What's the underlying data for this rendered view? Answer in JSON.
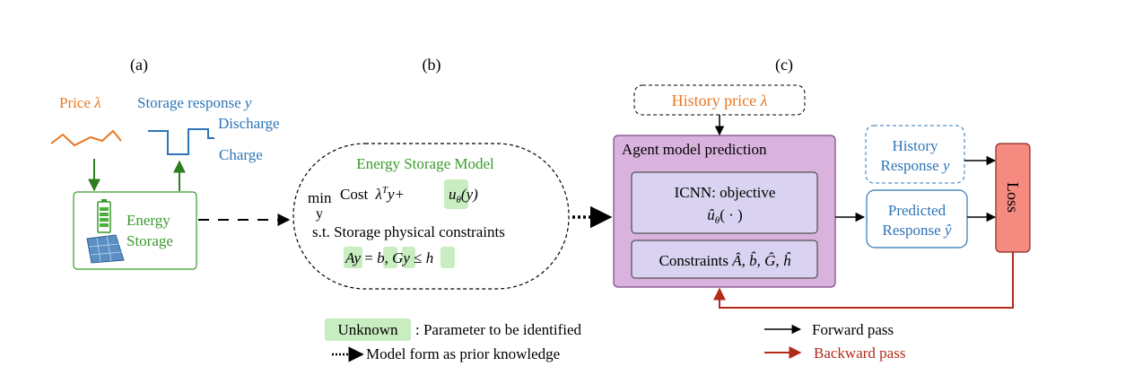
{
  "panels": {
    "a": "(a)",
    "b": "(b)",
    "c": "(c)"
  },
  "panel_a": {
    "price_label": "Price ",
    "price_symbol": "λ",
    "storage_response_label": "Storage response ",
    "storage_response_symbol": "y",
    "discharge": "Discharge",
    "charge": "Charge",
    "energy_storage_line1": "Energy",
    "energy_storage_line2": "Storage"
  },
  "panel_b": {
    "title": "Energy Storage Model",
    "min": "min",
    "min_var": "y",
    "cost_text": "Cost ",
    "cost_lambda": "λ",
    "cost_sup": "T",
    "cost_y": "y+",
    "u_theta": "u",
    "u_theta_sub": "θ",
    "u_theta_arg": "(y)",
    "st_line": "s.t. Storage physical constraints",
    "constraint_ay": "Ay",
    "constraint_eq": " = ",
    "constraint_b": "b",
    "constraint_comma": ", ",
    "constraint_gy": "Gy",
    "constraint_le": " ≤ ",
    "constraint_h": "h"
  },
  "panel_c": {
    "history_price_label": "History price ",
    "history_price_symbol": "λ",
    "agent_title": "Agent model prediction",
    "icnn_line1": "ICNN: objective",
    "icnn_line2_u": "û",
    "icnn_line2_sub": "θ",
    "icnn_line2_arg": "( · )",
    "constraints_label": "Constraints ",
    "constraints_vars": "Â, b̂, Ĝ, ĥ",
    "history_response_line1": "History",
    "history_response_line2": "Response ",
    "history_response_symbol": "y",
    "predicted_response_line1": "Predicted",
    "predicted_response_line2": "Response ",
    "predicted_response_symbol": "ŷ",
    "loss": "Loss"
  },
  "legend": {
    "unknown_box": "Unknown",
    "unknown_desc": ": Parameter to be identified",
    "model_form_desc": "Model form as prior knowledge",
    "forward_pass": "Forward pass",
    "backward_pass": "Backward pass"
  },
  "colors": {
    "orange": "#E87722",
    "blue": "#2E75B6",
    "green": "#3A9A2C",
    "agent_fill": "#D9B3DE",
    "agent_stroke": "#7A4A85",
    "inner_fill": "#D9D2F0",
    "loss_fill": "#F58A80",
    "loss_stroke": "#8B2A22",
    "unknown_fill": "#C8EDC0",
    "dark_red": "#B22A1A"
  }
}
